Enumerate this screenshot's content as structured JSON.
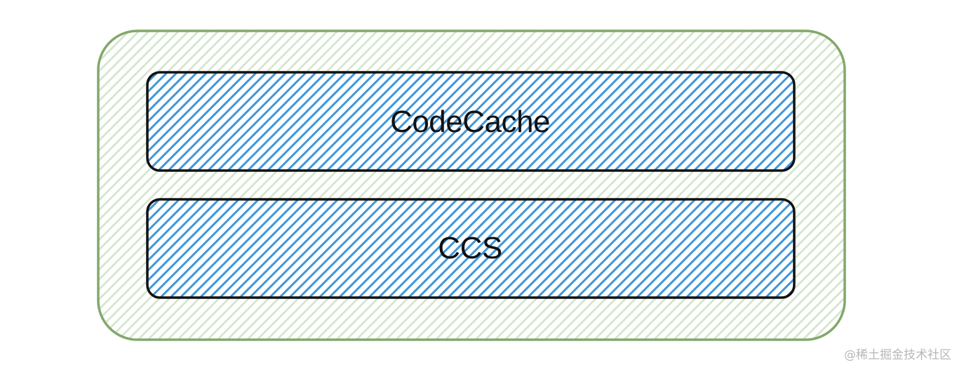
{
  "diagram": {
    "outer": {
      "fill": "#d9e8d3",
      "stroke": "#82a86a"
    },
    "boxes": [
      {
        "label": "CodeCache",
        "fill": "#3f96db",
        "stroke": "#111111"
      },
      {
        "label": "CCS",
        "fill": "#3f96db",
        "stroke": "#111111"
      }
    ]
  },
  "watermark": "@稀土掘金技术社区"
}
